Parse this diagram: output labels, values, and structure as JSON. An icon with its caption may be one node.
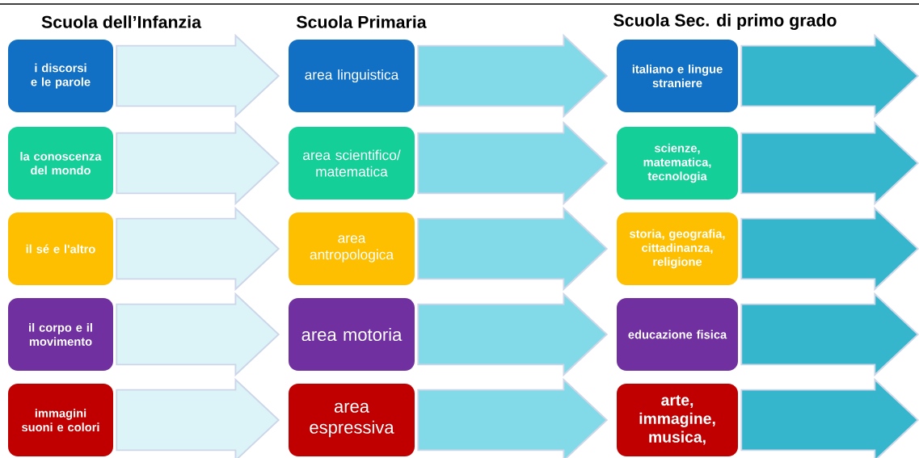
{
  "diagram": {
    "nodes": [
      {
        "text": [
          "i discorsi e le parole"
        ]
      },
      {
        "text": [
          "la conoscenza del mondo"
        ]
      },
      {
        "text": [
          "il sé e l'altro"
        ]
      },
      {
        "text": [
          "il corpo e il movimento"
        ]
      },
      {
        "text": [
          "immagini suoni e colori"
        ]
      },
      {
        "text": [
          "area linguistica"
        ]
      },
      {
        "text": [
          "area scientifico/ matematica"
        ]
      },
      {
        "text": [
          "area antropologica"
        ]
      },
      {
        "text": [
          "area motoria"
        ]
      },
      {
        "text": [
          "area espressiva"
        ]
      },
      {
        "text": [
          "italiano e lingue straniere"
        ]
      },
      {
        "text": [
          "scienze, matematica, tecnologia"
        ]
      },
      {
        "text": [
          "storia, geografia, cittadinanza, religione"
        ]
      },
      {
        "text": [
          "educazione fisica"
        ]
      },
      {
        "text": [
          "arte, immagine, musica,"
        ]
      }
    ],
    "edges": [
      {
        "from": 0,
        "to": 5,
        "arrow": "to",
        "color": "#dcf3f8"
      },
      {
        "from": 1,
        "to": 6,
        "arrow": "to",
        "color": "#dcf3f8"
      },
      {
        "from": 2,
        "to": 7,
        "arrow": "to",
        "color": "#dcf3f8"
      },
      {
        "from": 3,
        "to": 8,
        "arrow": "to",
        "color": "#dcf3f8"
      },
      {
        "from": 4,
        "to": 9,
        "arrow": "to",
        "color": "#dcf3f8"
      },
      {
        "from": 5,
        "to": 10,
        "arrow": "to",
        "color": "#82dae8"
      },
      {
        "from": 6,
        "to": 11,
        "arrow": "to",
        "color": "#82dae8"
      },
      {
        "from": 7,
        "to": 12,
        "arrow": "to",
        "color": "#82dae8"
      },
      {
        "from": 8,
        "to": 13,
        "arrow": "to",
        "color": "#82dae8"
      },
      {
        "from": 9,
        "to": 14,
        "arrow": "to",
        "color": "#82dae8"
      },
      {
        "from": 10,
        "to": null,
        "arrow": "to",
        "color": "#35b6cc"
      },
      {
        "from": 11,
        "to": null,
        "arrow": "to",
        "color": "#35b6cc"
      },
      {
        "from": 12,
        "to": null,
        "arrow": "to",
        "color": "#35b6cc"
      },
      {
        "from": 13,
        "to": null,
        "arrow": "to",
        "color": "#35b6cc"
      },
      {
        "from": 14,
        "to": null,
        "arrow": "to",
        "color": "#35b6cc"
      }
    ],
    "labels": [
      "Scuola dell’Infanzia",
      "Scuola Primaria",
      "Scuola Sec. di primo grado"
    ]
  }
}
